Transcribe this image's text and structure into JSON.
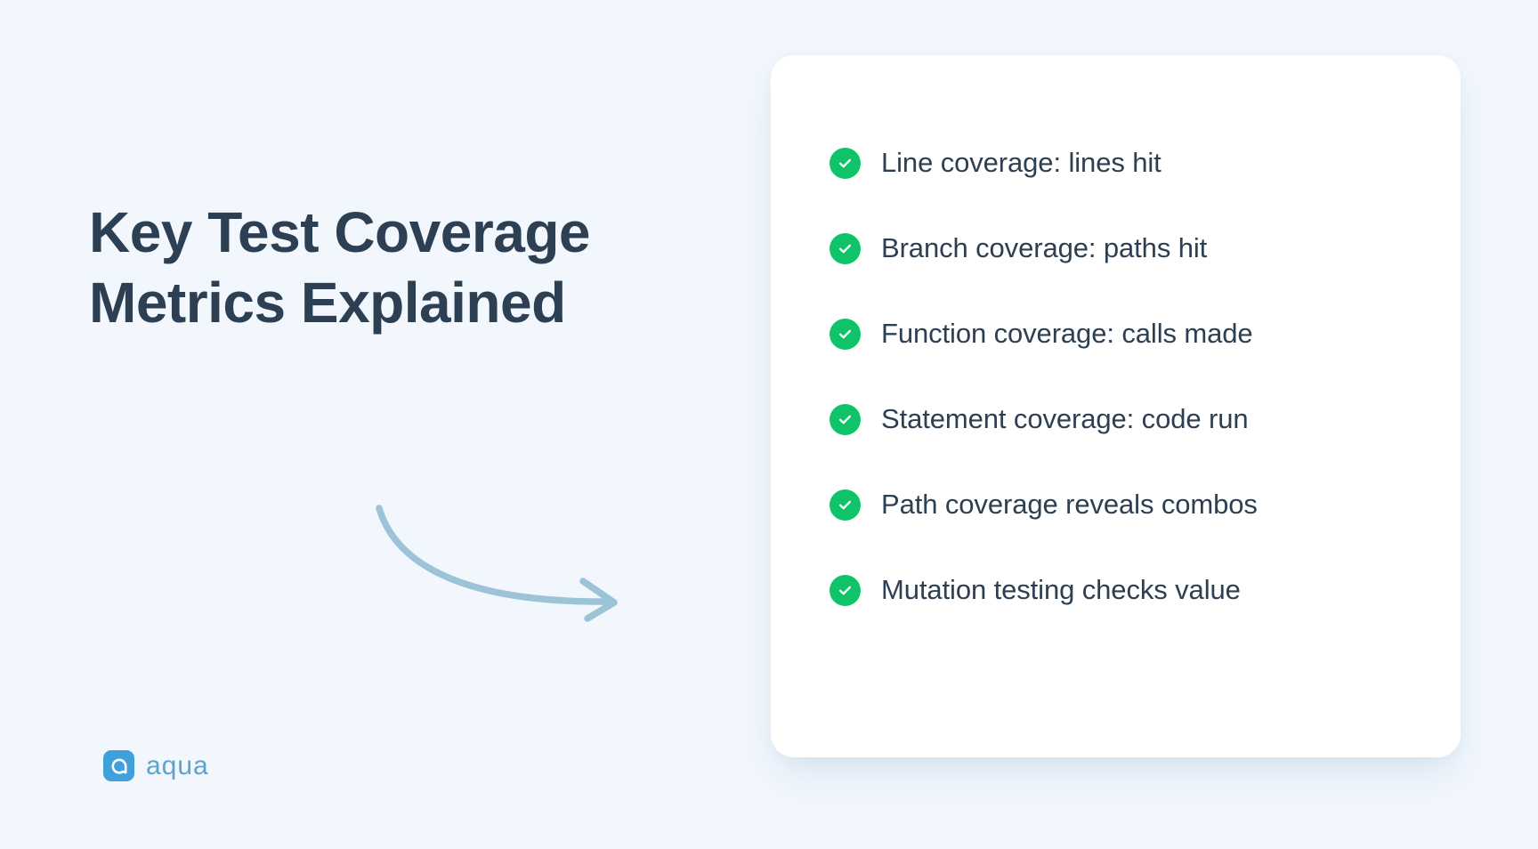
{
  "background_color": "#f2f6fd",
  "headline": {
    "text": "Key Test Coverage\nMetrics Explained",
    "color": "#2d3f52"
  },
  "arrow": {
    "name": "curved-arrow",
    "color": "#9cc3d6"
  },
  "brand": {
    "name": "aqua",
    "wordmark": "aqua",
    "mark_color": "#3fa0dc",
    "word_color": "#5aa4cf"
  },
  "card": {
    "background_color": "#ffffff",
    "check_color": "#10c268",
    "items": [
      {
        "label": "Line coverage: lines hit",
        "icon": "check-circle-icon"
      },
      {
        "label": "Branch coverage: paths hit",
        "icon": "check-circle-icon"
      },
      {
        "label": "Function coverage: calls made",
        "icon": "check-circle-icon"
      },
      {
        "label": "Statement coverage: code run",
        "icon": "check-circle-icon"
      },
      {
        "label": "Path coverage reveals combos",
        "icon": "check-circle-icon"
      },
      {
        "label": "Mutation testing checks value",
        "icon": "check-circle-icon"
      }
    ]
  }
}
